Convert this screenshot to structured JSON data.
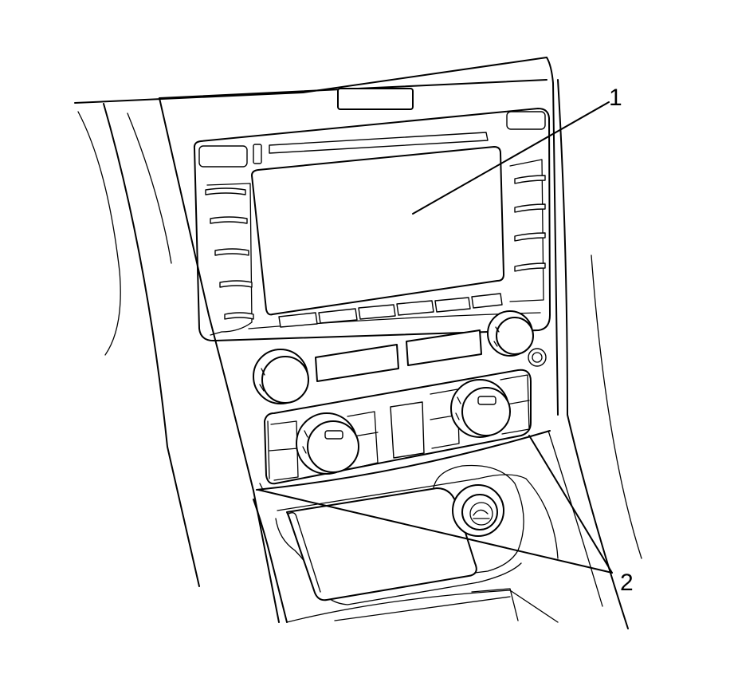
{
  "callouts": [
    {
      "id": "1",
      "label": "1"
    },
    {
      "id": "2",
      "label": "2"
    }
  ],
  "colors": {
    "line": "#000000",
    "background": "#ffffff"
  },
  "icons": [
    "knob-icon",
    "button-icon",
    "socket-icon"
  ]
}
